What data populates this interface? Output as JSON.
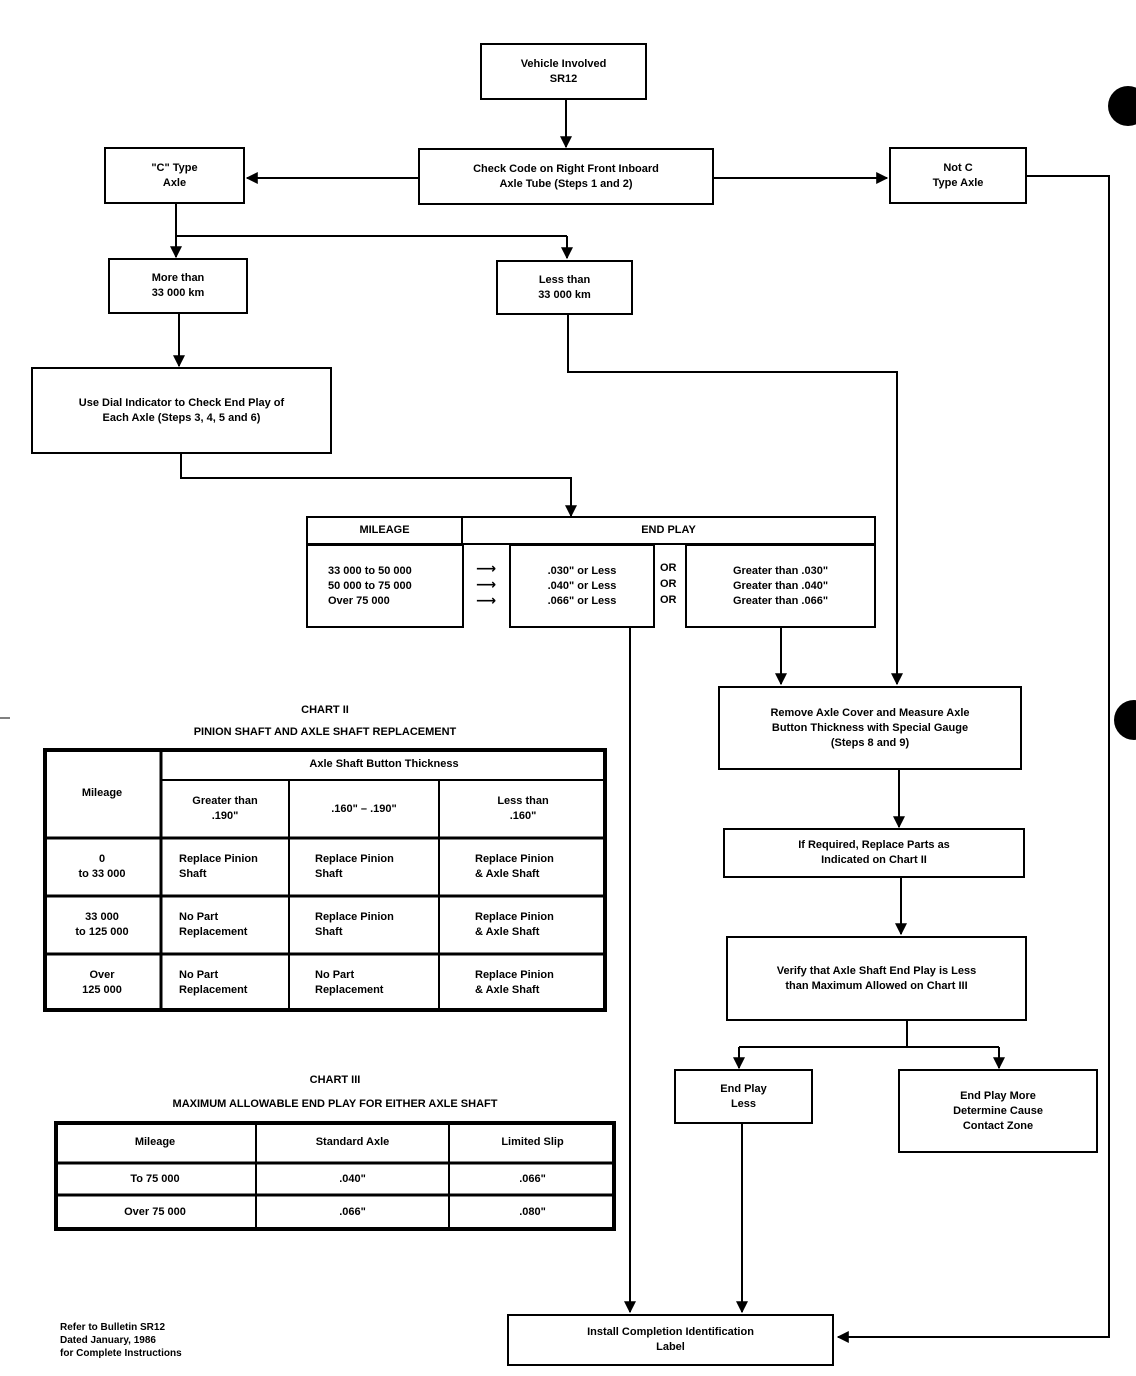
{
  "flow": {
    "vehicle": [
      "Vehicle Involved",
      "SR12"
    ],
    "check_code": [
      "Check Code on Right Front Inboard",
      "Axle Tube (Steps 1 and 2)"
    ],
    "c_type": [
      "\"C\" Type",
      "Axle"
    ],
    "not_c": [
      "Not  C",
      "Type Axle"
    ],
    "more_than": [
      "More than",
      "33 000 km"
    ],
    "less_than": [
      "Less than",
      "33 000 km"
    ],
    "dial": [
      "Use Dial Indicator to Check End Play of",
      "Each Axle (Steps 3, 4, 5 and 6)"
    ],
    "remove_cover": [
      "Remove Axle Cover and Measure Axle",
      "Button Thickness with Special Gauge",
      "(Steps 8 and 9)"
    ],
    "if_required": [
      "If Required, Replace Parts as",
      "Indicated on Chart II"
    ],
    "verify": [
      "Verify that Axle Shaft End Play is Less",
      "than Maximum Allowed on Chart III"
    ],
    "end_play_less": [
      "End Play",
      "Less"
    ],
    "end_play_more": [
      "End Play More",
      "Determine Cause",
      "Contact Zone"
    ],
    "install": [
      "Install Completion Identification",
      "Label"
    ]
  },
  "end_play_table": {
    "mileage_header": "MILEAGE",
    "end_play_header": "END PLAY",
    "mileage": [
      "33 000 to 50 000",
      "50 000 to 75 000",
      "Over 75 000"
    ],
    "arrow": "⟶",
    "or_label": "OR",
    "less": [
      ".030\" or Less",
      ".040\" or Less",
      ".066\" or Less"
    ],
    "greater": [
      "Greater than .030\"",
      "Greater than .040\"",
      "Greater than .066\""
    ]
  },
  "chart2": {
    "title": "CHART II",
    "subtitle": "PINION SHAFT AND AXLE SHAFT REPLACEMENT",
    "mileage_header": "Mileage",
    "group_header": "Axle Shaft Button Thickness",
    "col_headers": [
      [
        "Greater than",
        ".190\""
      ],
      [
        ".160\"  –  .190\""
      ],
      [
        "Less than",
        ".160\""
      ]
    ],
    "rows": [
      {
        "mileage": [
          "0",
          "to 33 000"
        ],
        "cells": [
          [
            "Replace Pinion",
            "Shaft"
          ],
          [
            "Replace Pinion",
            "Shaft"
          ],
          [
            "Replace Pinion",
            "& Axle Shaft"
          ]
        ]
      },
      {
        "mileage": [
          "33 000",
          "to 125 000"
        ],
        "cells": [
          [
            "No Part",
            "Replacement"
          ],
          [
            "Replace Pinion",
            "Shaft"
          ],
          [
            "Replace Pinion",
            "& Axle Shaft"
          ]
        ]
      },
      {
        "mileage": [
          "Over",
          "125 000"
        ],
        "cells": [
          [
            "No Part",
            "Replacement"
          ],
          [
            "No Part",
            "Replacement"
          ],
          [
            "Replace Pinion",
            "& Axle Shaft"
          ]
        ]
      }
    ]
  },
  "chart3": {
    "title": "CHART III",
    "subtitle": "MAXIMUM ALLOWABLE END PLAY FOR EITHER AXLE SHAFT",
    "headers": [
      "Mileage",
      "Standard Axle",
      "Limited Slip"
    ],
    "rows": [
      [
        "To 75 000",
        ".040\"",
        ".066\""
      ],
      [
        "Over 75 000",
        ".066\"",
        ".080\""
      ]
    ]
  },
  "footnote": [
    "Refer to Bulletin SR12",
    "Dated January, 1986",
    "for Complete Instructions"
  ]
}
